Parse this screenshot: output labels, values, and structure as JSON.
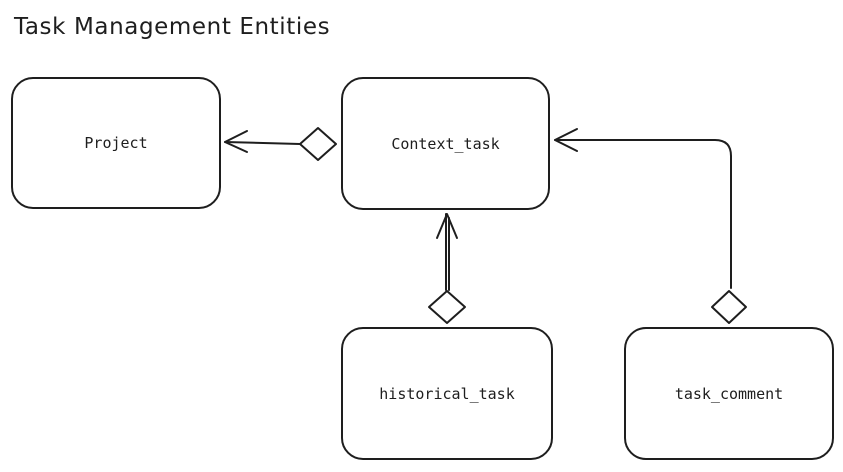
{
  "diagram": {
    "title": "Task Management Entities",
    "entities": [
      {
        "id": "project",
        "label": "Project"
      },
      {
        "id": "context_task",
        "label": "Context_task"
      },
      {
        "id": "historical_task",
        "label": "historical_task"
      },
      {
        "id": "task_comment",
        "label": "task_comment"
      }
    ],
    "relationships": [
      {
        "from": "context_task",
        "to": "project",
        "type": "aggregation"
      },
      {
        "from": "historical_task",
        "to": "context_task",
        "type": "aggregation"
      },
      {
        "from": "task_comment",
        "to": "context_task",
        "type": "aggregation"
      }
    ]
  }
}
